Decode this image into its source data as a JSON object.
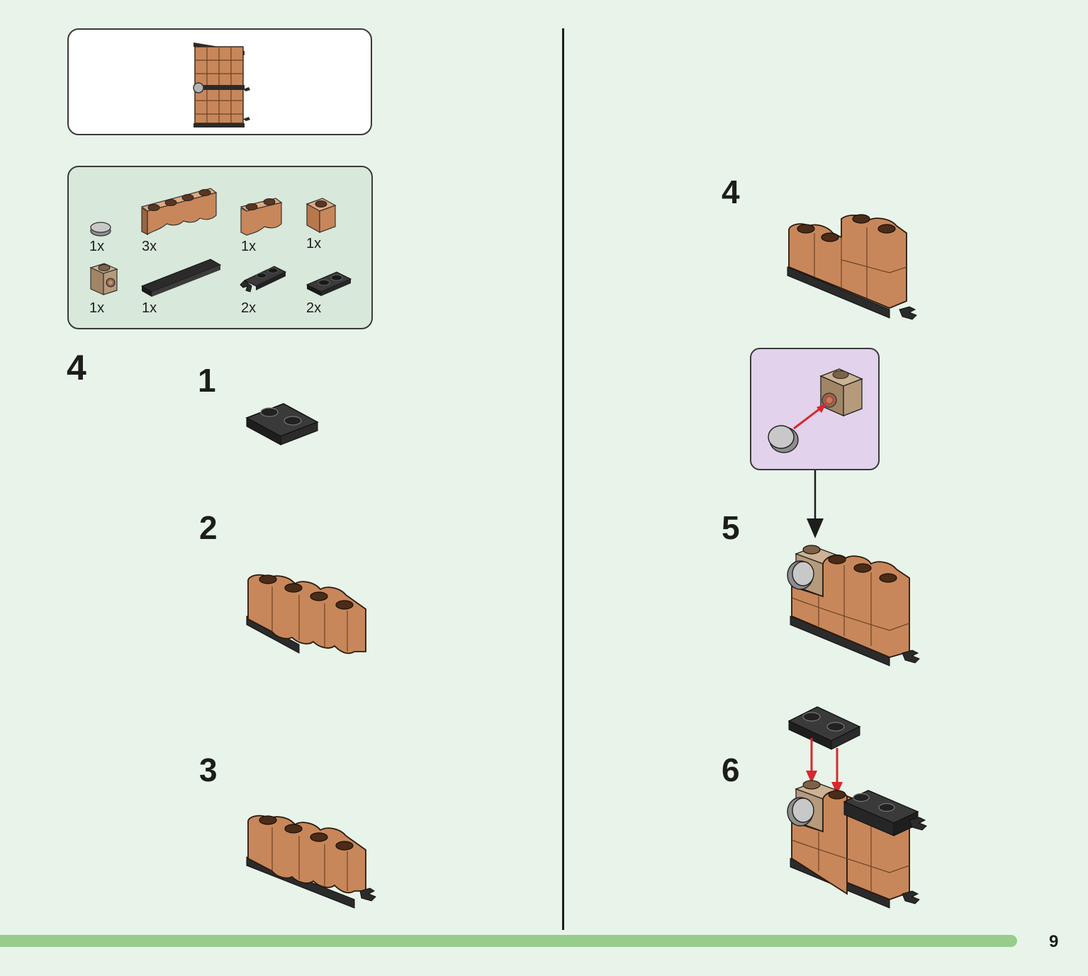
{
  "page": {
    "number": "9"
  },
  "section": {
    "number": "4"
  },
  "parts": [
    {
      "name": "round-tile-1x1-light-gray",
      "qty": "1x"
    },
    {
      "name": "brick-1x4-log-brown",
      "qty": "3x"
    },
    {
      "name": "brick-1x2-log-brown",
      "qty": "1x"
    },
    {
      "name": "brick-1x1-brown",
      "qty": "1x"
    },
    {
      "name": "brick-1x1-side-stud-tan",
      "qty": "1x"
    },
    {
      "name": "tile-1x6-black",
      "qty": "1x"
    },
    {
      "name": "plate-1x2-clip-black",
      "qty": "2x"
    },
    {
      "name": "plate-1x2-black",
      "qty": "2x"
    }
  ],
  "steps": [
    {
      "number": "1"
    },
    {
      "number": "2"
    },
    {
      "number": "3"
    },
    {
      "number": "4"
    },
    {
      "number": "5"
    },
    {
      "number": "6"
    }
  ],
  "colors": {
    "background": "#e8f4ea",
    "parts_panel": "#d8e8da",
    "callout": "#e2d2ec",
    "brick_brown": "#c8875a",
    "plate_black": "#2b2b2b",
    "tan": "#b59a7c",
    "light_gray": "#b4b4b4",
    "arrow_red": "#d7282f",
    "progress_bar": "#97cc8c"
  }
}
